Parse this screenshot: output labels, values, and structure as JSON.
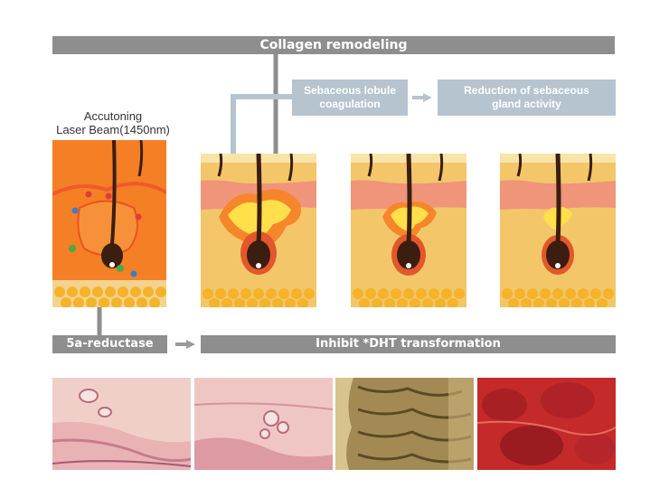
{
  "header": {
    "title": "Collagen remodeling"
  },
  "process": {
    "step1": "Sebaceous lobule coagulation",
    "step2": "Reduction of sebaceous gland activity"
  },
  "laser_label": {
    "line1": "Accutoning",
    "line2": "Laser Beam(1450nm)"
  },
  "bottom": {
    "enzyme": "5a-reductase",
    "effect": "Inhibit *DHT transformation"
  },
  "colors": {
    "bar_gray": "#8e8e8e",
    "box_blue_gray": "#b5c4cf",
    "laser_orange": "#f47a20",
    "skin_tan": "#f3c66a",
    "gland_yellow": "#ffe04a"
  },
  "icons": {
    "arrow": "right-arrow-icon"
  },
  "panels": [
    "laser-panel",
    "coagulation-panel",
    "reduction-panel",
    "final-panel"
  ],
  "micrographs": [
    "micrograph-1",
    "micrograph-2",
    "micrograph-3",
    "micrograph-4"
  ]
}
